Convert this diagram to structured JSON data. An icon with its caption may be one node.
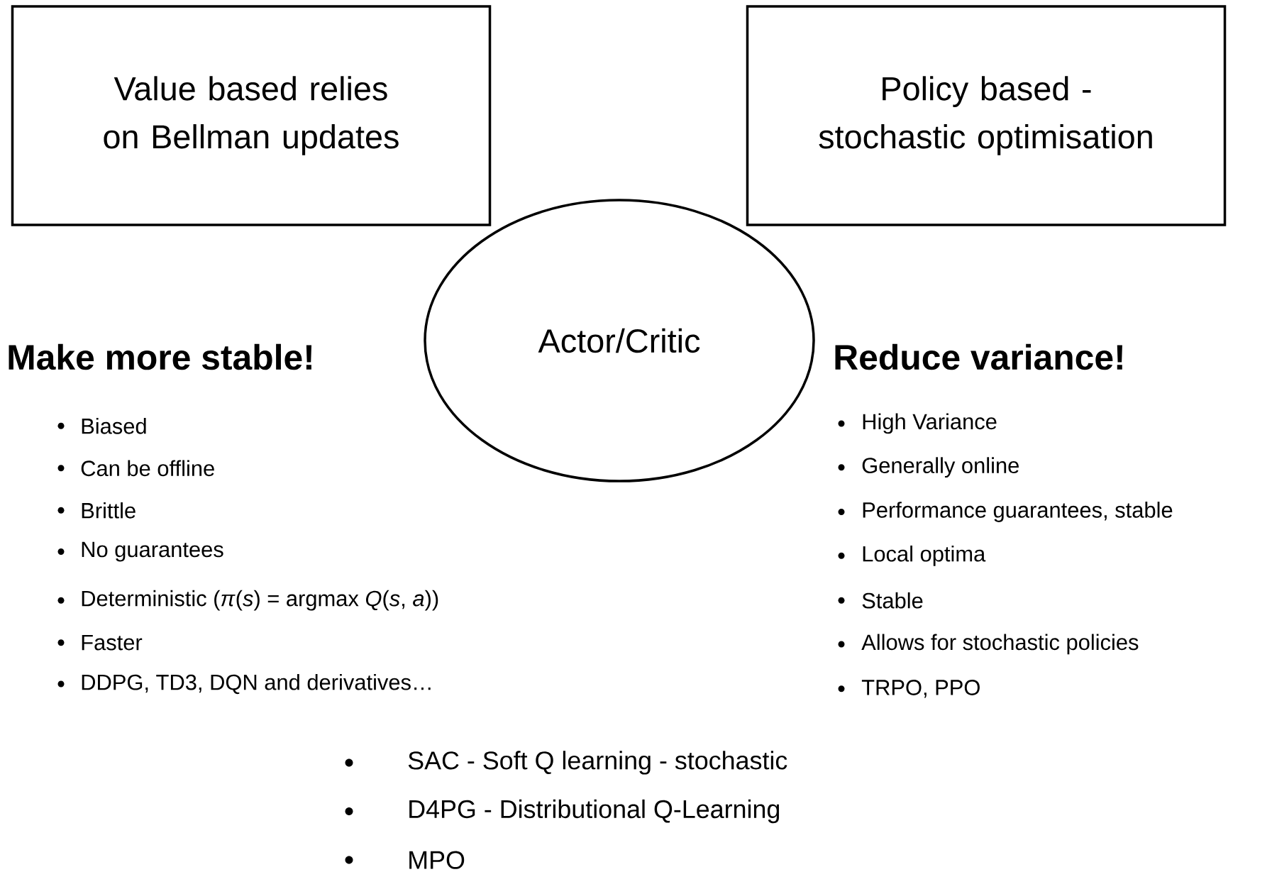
{
  "diagram": {
    "nodes": [
      {
        "text": [
          "Value based relies on Bellman updates"
        ]
      },
      {
        "text": [
          "Policy based - stochastic optimisation"
        ]
      },
      {
        "text": [
          "Actor/Critic"
        ]
      }
    ],
    "labels": [
      "Make more stable!",
      "Biased",
      "Can be offline",
      "Brittle",
      "No guarantees",
      "Deterministic (*π*(*s*) = argmax *Q*(*s*, *a*))",
      "Faster",
      "DDPG, TD3, DQN and derivatives…",
      "Reduce variance!",
      "High Variance",
      "Generally online",
      "Performance guarantees, stable",
      "Local optima",
      "Stable",
      "Allows for stochastic policies",
      "TRPO, PPO",
      "SAC - Soft Q learning - stochastic",
      "D4PG - Distributional Q-Learning",
      "MPO"
    ]
  }
}
